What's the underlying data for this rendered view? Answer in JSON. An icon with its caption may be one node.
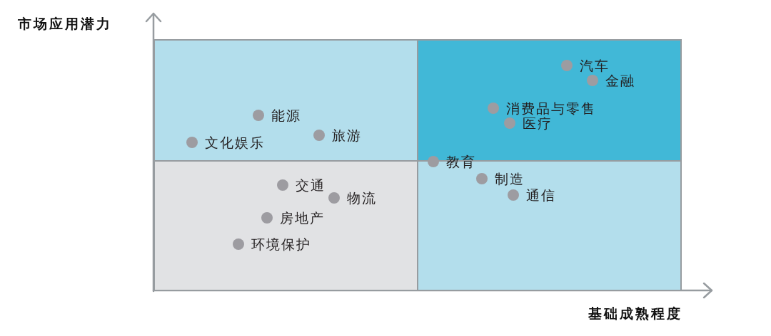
{
  "diagram": {
    "nodes": [
      {
        "text": [],
        "shape": "box"
      },
      {
        "text": [],
        "shape": "circle",
        "beside": [
          "能源"
        ],
        "in": 0
      },
      {
        "text": [],
        "shape": "circle",
        "beside": [
          "文化娱乐"
        ],
        "in": 0
      },
      {
        "text": [],
        "shape": "circle",
        "beside": [
          "旅游"
        ],
        "in": 0
      },
      {
        "text": [],
        "shape": "box"
      },
      {
        "text": [],
        "shape": "circle",
        "beside": [
          "汽车"
        ],
        "in": 4
      },
      {
        "text": [],
        "shape": "circle",
        "beside": [
          "金融"
        ],
        "in": 4
      },
      {
        "text": [],
        "shape": "circle",
        "beside": [
          "消费品与零售"
        ],
        "in": 4
      },
      {
        "text": [],
        "shape": "circle",
        "beside": [
          "医疗"
        ],
        "in": 4
      },
      {
        "text": [],
        "shape": "circle",
        "beside": [
          "教育"
        ]
      },
      {
        "text": [],
        "shape": "box"
      },
      {
        "text": [],
        "shape": "circle",
        "beside": [
          "交通"
        ],
        "in": 10
      },
      {
        "text": [],
        "shape": "circle",
        "beside": [
          "物流"
        ],
        "in": 10
      },
      {
        "text": [],
        "shape": "circle",
        "beside": [
          "房地产"
        ],
        "in": 10
      },
      {
        "text": [],
        "shape": "circle",
        "beside": [
          "环境保护"
        ],
        "in": 10
      },
      {
        "text": [],
        "shape": "box"
      },
      {
        "text": [],
        "shape": "circle",
        "beside": [
          "制造"
        ],
        "in": 15
      },
      {
        "text": [],
        "shape": "circle",
        "beside": [
          "通信"
        ],
        "in": 15
      }
    ],
    "labels": [
      "市场应用潜力",
      "基础成熟程度"
    ]
  }
}
